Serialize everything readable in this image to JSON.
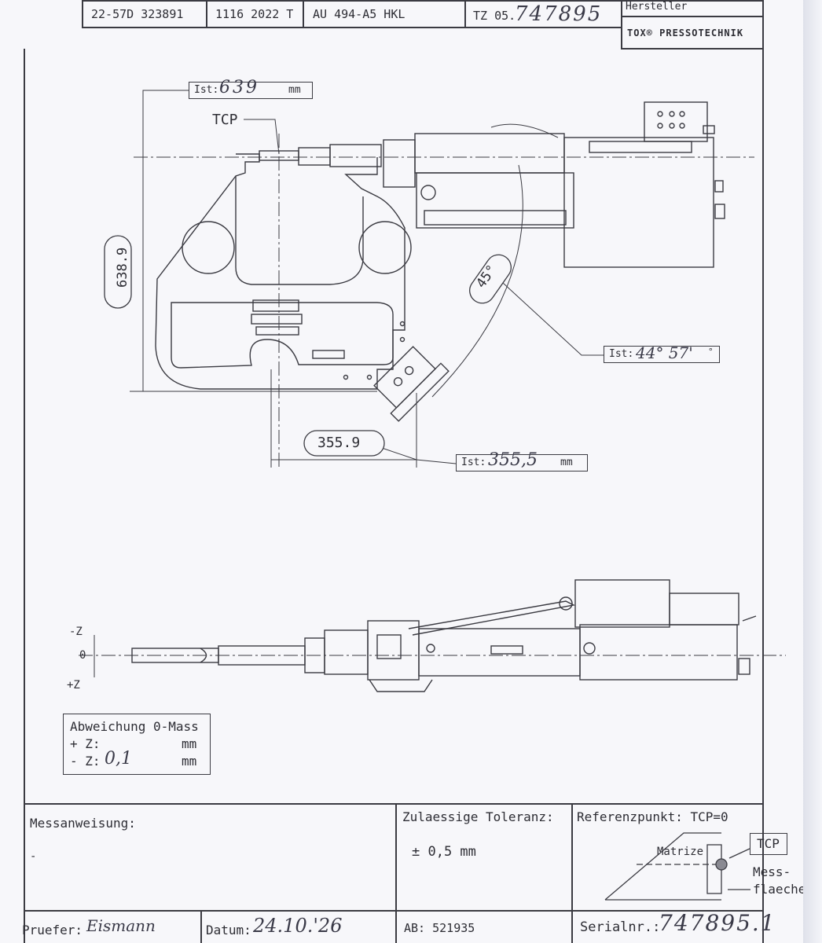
{
  "header": {
    "cell1": "22-57D 323891",
    "cell2": "1116 2022 T",
    "cell3": "AU 494-A5 HKL",
    "cell4_prefix": "TZ 05.",
    "cell4_hand": "747895",
    "cell5_label": "Hersteller",
    "cell5_value": "TOX® PRESSOTECHNIK"
  },
  "top_view": {
    "tcp_label": "TCP",
    "dim_vertical": "638.9",
    "dim_horizontal": "355.9",
    "dim_angle": "45°",
    "ist_vertical_label": "Ist:",
    "ist_vertical_value": "639",
    "ist_vertical_unit": "mm",
    "ist_angle_label": "Ist:",
    "ist_angle_value": "44° 57'",
    "ist_angle_unit": "°",
    "ist_horizontal_label": "Ist:",
    "ist_horizontal_value": "355,5",
    "ist_horizontal_unit": "mm"
  },
  "side_view": {
    "neg_z_top": "-Z",
    "zero": "0",
    "pos_z_bottom": "+Z"
  },
  "deviation": {
    "title": "Abweichung 0-Mass",
    "plus_z_label": "+ Z:",
    "plus_z_value": "",
    "plus_z_unit": "mm",
    "minus_z_label": "- Z:",
    "minus_z_value": "0,1",
    "minus_z_unit": "mm"
  },
  "footer": {
    "instruction_label": "Messanweisung:",
    "instruction_value": "-",
    "tolerance_label": "Zulaessige Toleranz:",
    "tolerance_value": "± 0,5 mm",
    "reference_label": "Referenzpunkt: TCP=0",
    "matrize_label": "Matrize",
    "tcp_box": "TCP",
    "mess_label": "Mess-",
    "flaeche_label": "flaeche",
    "pruefer_label": "Pruefer:",
    "pruefer_value": "Eismann",
    "datum_label": "Datum:",
    "datum_value": "24.10.'26",
    "ab_label": "AB: 521935",
    "serial_label": "Serialnr.:",
    "serial_value": "747895.1"
  }
}
